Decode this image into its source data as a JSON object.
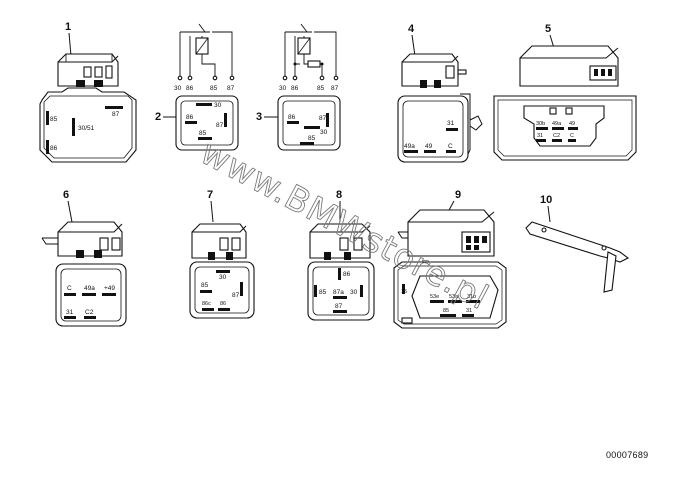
{
  "document_number": "00007689",
  "watermark": "www.BMWstore.pl",
  "parts": [
    {
      "callout": "1",
      "pins": [
        "87",
        "85",
        "30/51",
        "86"
      ]
    },
    {
      "callout": "2",
      "schematic_pins": [
        "30",
        "86",
        "85",
        "87"
      ],
      "pins": [
        "30",
        "86",
        "87",
        "85"
      ]
    },
    {
      "callout": "3",
      "schematic_pins": [
        "30",
        "86",
        "85",
        "87"
      ],
      "pins": [
        "30",
        "86",
        "87",
        "85"
      ]
    },
    {
      "callout": "4",
      "pins": [
        "31",
        "49a",
        "49",
        "C"
      ]
    },
    {
      "callout": "5",
      "pins": [
        "30b",
        "49a",
        "49",
        "31",
        "C2",
        "C"
      ]
    },
    {
      "callout": "6",
      "pins": [
        "C",
        "49a",
        "+49",
        "31",
        "C2"
      ]
    },
    {
      "callout": "7",
      "pins": [
        "30",
        "85",
        "87",
        "86c",
        "86"
      ]
    },
    {
      "callout": "8",
      "pins": [
        "86",
        "85",
        "87a",
        "30",
        "87"
      ]
    },
    {
      "callout": "9",
      "pins": [
        "15",
        "53e",
        "53a",
        "31b",
        "85",
        "31"
      ]
    },
    {
      "callout": "10"
    }
  ]
}
